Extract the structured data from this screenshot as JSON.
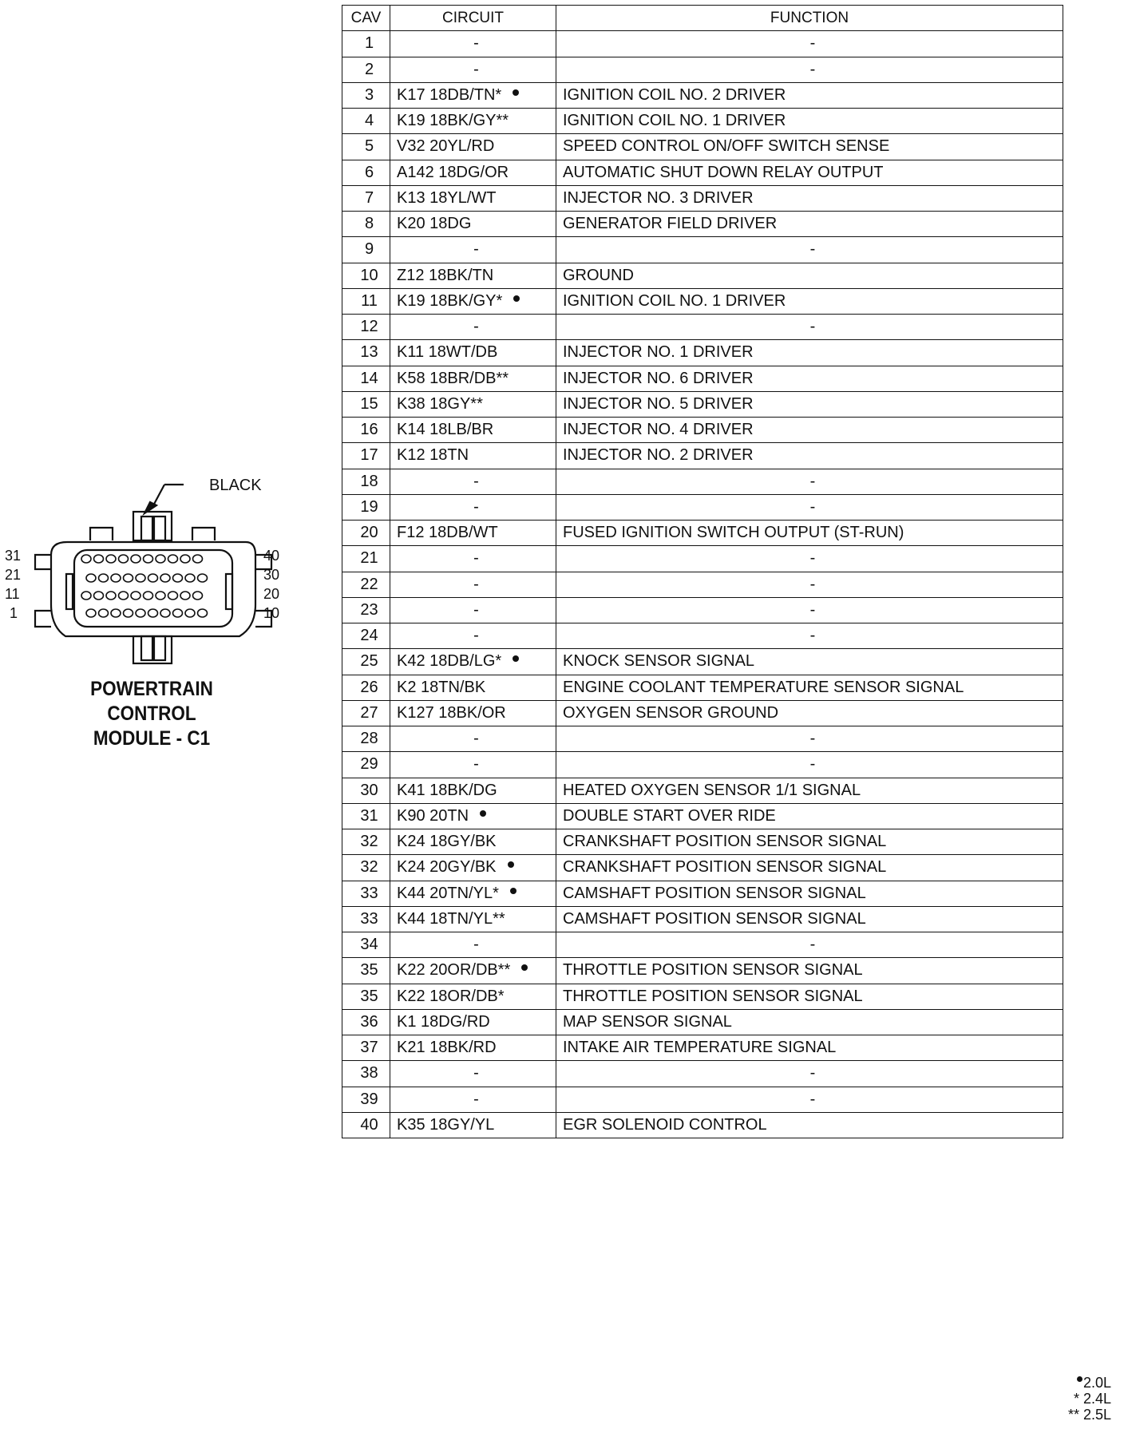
{
  "connector": {
    "color_label": "BLACK",
    "pin_labels_left": [
      "31",
      "21",
      "11",
      "1"
    ],
    "pin_labels_right": [
      "40",
      "30",
      "20",
      "10"
    ],
    "title_lines": [
      "POWERTRAIN",
      "CONTROL",
      "MODULE - C1"
    ]
  },
  "table": {
    "headers": {
      "cav": "CAV",
      "circuit": "CIRCUIT",
      "function": "FUNCTION"
    },
    "rows": [
      {
        "cav": "1",
        "circuit": "-",
        "function": "-"
      },
      {
        "cav": "2",
        "circuit": "-",
        "function": "-"
      },
      {
        "cav": "3",
        "circuit": "K17 18DB/TN*",
        "dot": true,
        "function": "IGNITION COIL NO. 2 DRIVER"
      },
      {
        "cav": "4",
        "circuit": "K19 18BK/GY**",
        "function": "IGNITION COIL NO. 1 DRIVER"
      },
      {
        "cav": "5",
        "circuit": "V32 20YL/RD",
        "function": "SPEED CONTROL ON/OFF SWITCH SENSE"
      },
      {
        "cav": "6",
        "circuit": "A142 18DG/OR",
        "function": "AUTOMATIC SHUT DOWN RELAY OUTPUT"
      },
      {
        "cav": "7",
        "circuit": "K13 18YL/WT",
        "function": "INJECTOR NO. 3 DRIVER"
      },
      {
        "cav": "8",
        "circuit": "K20 18DG",
        "function": "GENERATOR FIELD DRIVER"
      },
      {
        "cav": "9",
        "circuit": "-",
        "function": "-"
      },
      {
        "cav": "10",
        "circuit": "Z12 18BK/TN",
        "function": "GROUND"
      },
      {
        "cav": "11",
        "circuit": "K19 18BK/GY*",
        "dot": true,
        "function": "IGNITION COIL NO. 1 DRIVER"
      },
      {
        "cav": "12",
        "circuit": "-",
        "function": "-"
      },
      {
        "cav": "13",
        "circuit": "K11 18WT/DB",
        "function": "INJECTOR NO. 1 DRIVER"
      },
      {
        "cav": "14",
        "circuit": "K58 18BR/DB**",
        "function": "INJECTOR NO. 6 DRIVER"
      },
      {
        "cav": "15",
        "circuit": "K38 18GY**",
        "function": "INJECTOR NO. 5 DRIVER"
      },
      {
        "cav": "16",
        "circuit": "K14 18LB/BR",
        "function": "INJECTOR NO. 4 DRIVER"
      },
      {
        "cav": "17",
        "circuit": "K12 18TN",
        "function": "INJECTOR NO. 2 DRIVER"
      },
      {
        "cav": "18",
        "circuit": "-",
        "function": "-"
      },
      {
        "cav": "19",
        "circuit": "-",
        "function": "-"
      },
      {
        "cav": "20",
        "circuit": "F12 18DB/WT",
        "function": "FUSED IGNITION SWITCH OUTPUT (ST-RUN)"
      },
      {
        "cav": "21",
        "circuit": "-",
        "function": "-"
      },
      {
        "cav": "22",
        "circuit": "-",
        "function": "-"
      },
      {
        "cav": "23",
        "circuit": "-",
        "function": "-"
      },
      {
        "cav": "24",
        "circuit": "-",
        "function": "-"
      },
      {
        "cav": "25",
        "circuit": "K42 18DB/LG*",
        "dot": true,
        "function": "KNOCK SENSOR SIGNAL"
      },
      {
        "cav": "26",
        "circuit": "K2 18TN/BK",
        "function": "ENGINE COOLANT TEMPERATURE SENSOR SIGNAL"
      },
      {
        "cav": "27",
        "circuit": "K127 18BK/OR",
        "function": "OXYGEN SENSOR GROUND"
      },
      {
        "cav": "28",
        "circuit": "-",
        "function": "-"
      },
      {
        "cav": "29",
        "circuit": "-",
        "function": "-"
      },
      {
        "cav": "30",
        "circuit": "K41 18BK/DG",
        "function": "HEATED OXYGEN SENSOR 1/1 SIGNAL"
      },
      {
        "cav": "31",
        "circuit": "K90 20TN",
        "dot": true,
        "function": "DOUBLE START OVER RIDE"
      },
      {
        "cav": "32",
        "circuit": "K24 18GY/BK",
        "function": "CRANKSHAFT POSITION SENSOR SIGNAL"
      },
      {
        "cav": "32",
        "circuit": "K24 20GY/BK",
        "dot": true,
        "function": "CRANKSHAFT POSITION SENSOR SIGNAL"
      },
      {
        "cav": "33",
        "circuit": "K44 20TN/YL*",
        "dot": true,
        "function": "CAMSHAFT POSITION SENSOR SIGNAL"
      },
      {
        "cav": "33",
        "circuit": "K44 18TN/YL**",
        "function": "CAMSHAFT POSITION SENSOR SIGNAL"
      },
      {
        "cav": "34",
        "circuit": "-",
        "function": "-"
      },
      {
        "cav": "35",
        "circuit": "K22 20OR/DB**",
        "dot": true,
        "function": "THROTTLE POSITION SENSOR SIGNAL"
      },
      {
        "cav": "35",
        "circuit": "K22 18OR/DB*",
        "function": "THROTTLE POSITION SENSOR SIGNAL"
      },
      {
        "cav": "36",
        "circuit": "K1 18DG/RD",
        "function": "MAP SENSOR SIGNAL"
      },
      {
        "cav": "37",
        "circuit": "K21 18BK/RD",
        "function": "INTAKE AIR TEMPERATURE SIGNAL"
      },
      {
        "cav": "38",
        "circuit": "-",
        "function": "-"
      },
      {
        "cav": "39",
        "circuit": "-",
        "function": "-"
      },
      {
        "cav": "40",
        "circuit": "K35 18GY/YL",
        "function": "EGR SOLENOID CONTROL"
      }
    ]
  },
  "legend": {
    "dot_label": "2.0L",
    "single_star_label": "* 2.4L",
    "double_star_label": "** 2.5L"
  }
}
